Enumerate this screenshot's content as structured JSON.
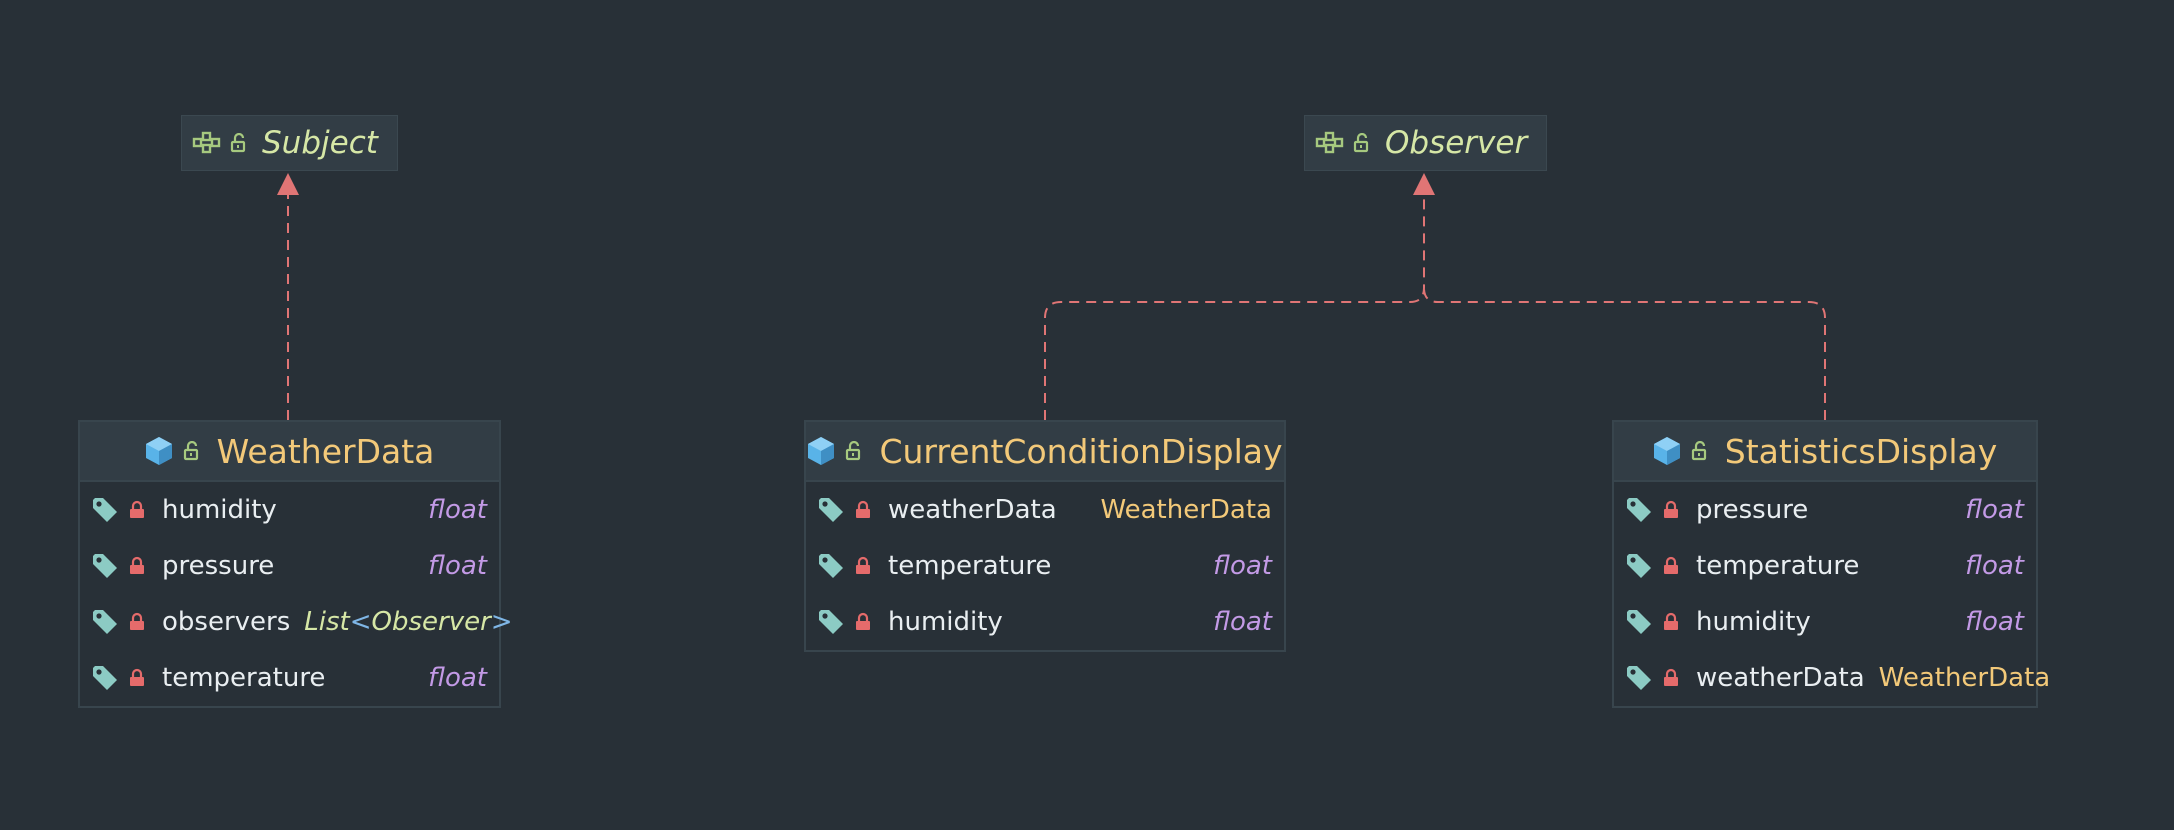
{
  "interfaces": [
    {
      "name": "Subject"
    },
    {
      "name": "Observer"
    }
  ],
  "classes": [
    {
      "name": "WeatherData",
      "fields": [
        {
          "name": "humidity",
          "type": "float"
        },
        {
          "name": "pressure",
          "type": "float"
        },
        {
          "name": "observers",
          "type_base": "List",
          "type_open": "<",
          "type_arg": "Observer",
          "type_close": ">"
        },
        {
          "name": "temperature",
          "type": "float"
        }
      ]
    },
    {
      "name": "CurrentConditionDisplay",
      "fields": [
        {
          "name": "weatherData",
          "type": "WeatherData"
        },
        {
          "name": "temperature",
          "type": "float"
        },
        {
          "name": "humidity",
          "type": "float"
        }
      ]
    },
    {
      "name": "StatisticsDisplay",
      "fields": [
        {
          "name": "pressure",
          "type": "float"
        },
        {
          "name": "temperature",
          "type": "float"
        },
        {
          "name": "humidity",
          "type": "float"
        },
        {
          "name": "weatherData",
          "type": "WeatherData"
        }
      ]
    }
  ],
  "relations": [
    {
      "from": "WeatherData",
      "to": "Subject",
      "kind": "implements"
    },
    {
      "from": "CurrentConditionDisplay",
      "to": "Observer",
      "kind": "implements"
    },
    {
      "from": "StatisticsDisplay",
      "to": "Observer",
      "kind": "implements"
    }
  ],
  "colors": {
    "background": "#283037",
    "class_name": "#f3c979",
    "interface_name": "#d6e7a6",
    "primitive_type": "#c39ae6",
    "field_name": "#e9eef1",
    "edge": "#e07575",
    "class_icon": "#59b3e8",
    "field_icon": "#8ccbc4",
    "private_lock": "#e56b6b",
    "public_lock": "#a6c97f"
  },
  "icons": {
    "interface": "interface-icon",
    "class": "class-icon",
    "field": "field-tag-icon",
    "private": "private-lock-icon",
    "public": "public-lock-icon"
  }
}
